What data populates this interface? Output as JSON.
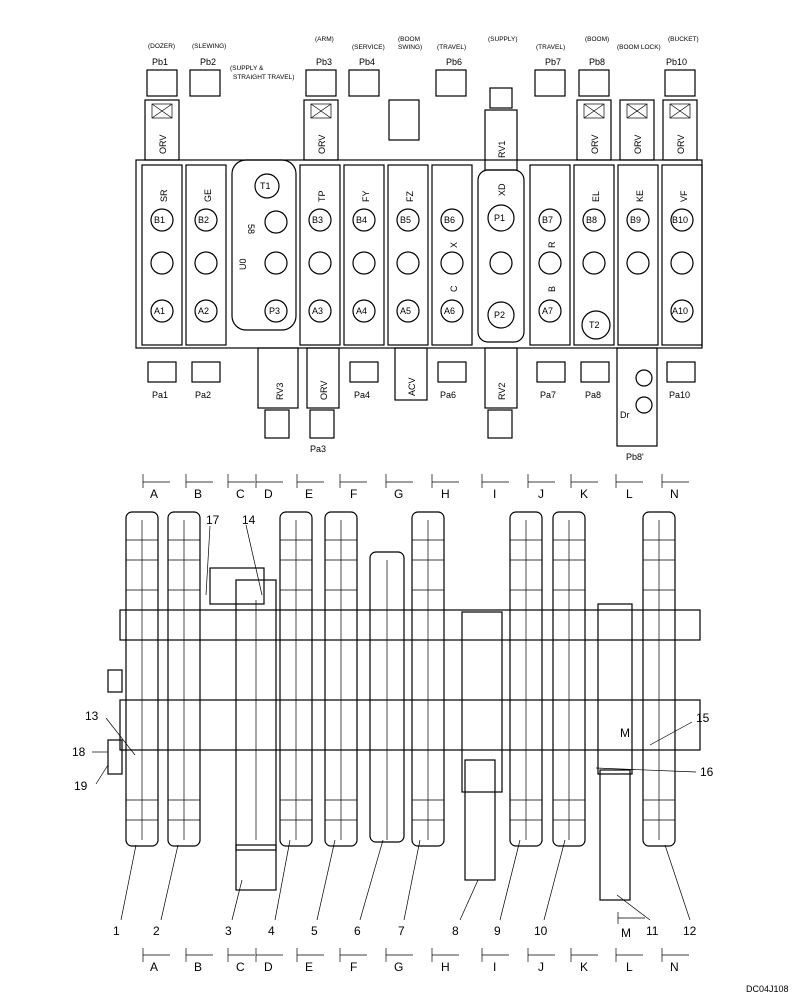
{
  "diagram_code": "DC04J108",
  "function_labels": [
    {
      "id": "dozer",
      "text": "(DOZER)"
    },
    {
      "id": "slewing",
      "text": "(SLEWING)"
    },
    {
      "id": "supply_straight_1",
      "text": "(SUPPLY &"
    },
    {
      "id": "supply_straight_2",
      "text": "STRAIGHT TRAVEL)"
    },
    {
      "id": "arm",
      "text": "(ARM)"
    },
    {
      "id": "service",
      "text": "(SERVICE)"
    },
    {
      "id": "boom_swing_1",
      "text": "(BOOM"
    },
    {
      "id": "boom_swing_2",
      "text": "SWING)"
    },
    {
      "id": "travel1",
      "text": "(TRAVEL)"
    },
    {
      "id": "supply",
      "text": "(SUPPLY)"
    },
    {
      "id": "travel2",
      "text": "(TRAVEL)"
    },
    {
      "id": "boom",
      "text": "(BOOM)"
    },
    {
      "id": "boom_lock",
      "text": "(BOOM LOCK)"
    },
    {
      "id": "bucket",
      "text": "(BUCKET)"
    }
  ],
  "pilot_top": [
    "Pb1",
    "Pb2",
    "Pb3",
    "Pb4",
    "Pb6",
    "Pb7",
    "Pb8",
    "Pb10"
  ],
  "pilot_bottom": [
    "Pa1",
    "Pa2",
    "Pa4",
    "Pa6",
    "Pa7",
    "Pa8",
    "Pa10",
    "Pa3",
    "Pb8'"
  ],
  "spool_letters": [
    "SR",
    "GE",
    "TP",
    "FY",
    "FZ",
    "XD",
    "EL",
    "KE",
    "VF"
  ],
  "ports_b": [
    "B1",
    "B2",
    "B3",
    "B4",
    "B5",
    "B6",
    "B7",
    "B8",
    "B9",
    "B10"
  ],
  "ports_a": [
    "A1",
    "A2",
    "A3",
    "A4",
    "A5",
    "A6",
    "A7",
    "A10"
  ],
  "ports_other": [
    "T1",
    "T2",
    "P1",
    "P2",
    "P3"
  ],
  "valve_tags": [
    "ORV",
    "ORV",
    "ORV",
    "ORV",
    "ORV",
    "RV1",
    "RV2",
    "RV3",
    "ACV"
  ],
  "misc_text": [
    "U0",
    "58",
    "X",
    "C",
    "B",
    "R",
    "Dr"
  ],
  "section_letters": [
    "A",
    "B",
    "C",
    "D",
    "E",
    "F",
    "G",
    "H",
    "I",
    "J",
    "K",
    "L",
    "N"
  ],
  "section_m": "M",
  "callouts": [
    "1",
    "2",
    "3",
    "4",
    "5",
    "6",
    "7",
    "8",
    "9",
    "10",
    "11",
    "12",
    "13",
    "14",
    "15",
    "16",
    "17",
    "18",
    "19"
  ],
  "callout_m": "M"
}
